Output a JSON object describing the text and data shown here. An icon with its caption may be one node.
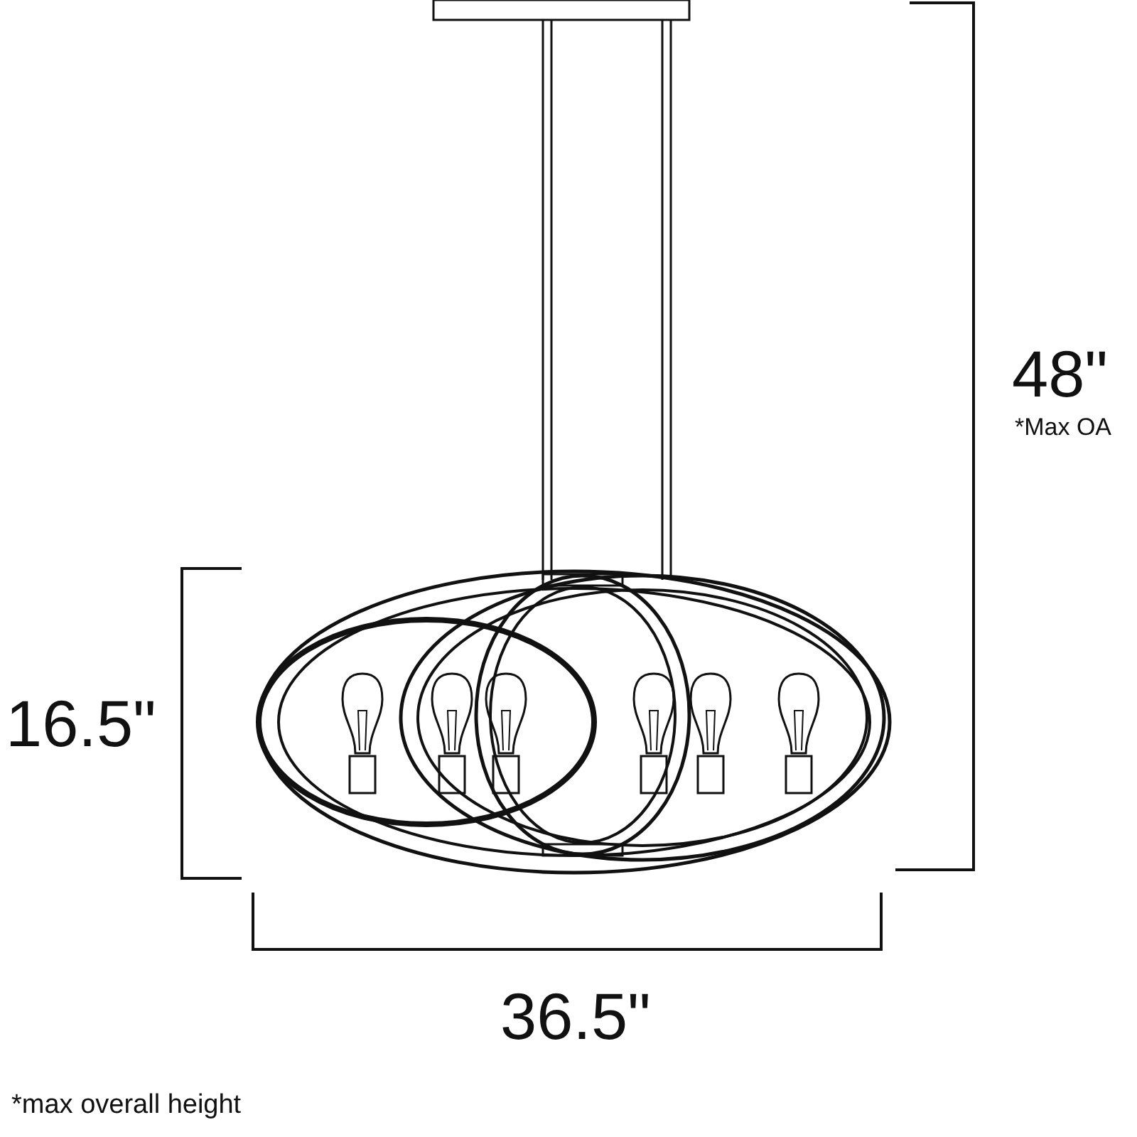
{
  "diagram": {
    "labels": [
      "48\"",
      "*Max OA",
      "16.5\"",
      "36.5\"",
      "*max overall height"
    ]
  }
}
